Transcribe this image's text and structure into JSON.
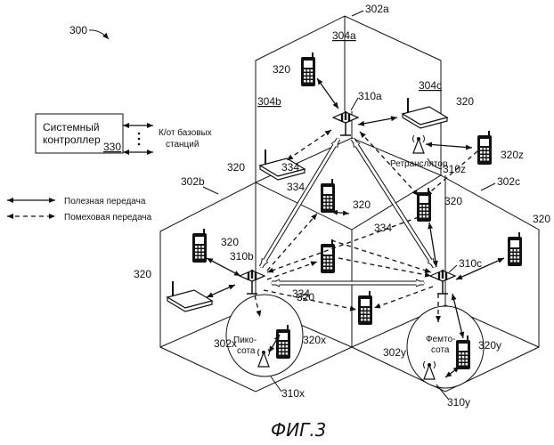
{
  "figure_id": "300",
  "caption": "ФИГ.3",
  "system_controller": {
    "line1": "Системный",
    "line2": "контроллер",
    "ref": "330"
  },
  "to_from_label": {
    "line1": "К/от базовых",
    "line2": "станций"
  },
  "legend": {
    "useful": "Полезная передача",
    "interference": "Помеховая передача"
  },
  "cells": {
    "a": "302a",
    "b": "302b",
    "c": "302c",
    "x": "302x",
    "y": "302y"
  },
  "sectors": {
    "a": "304a",
    "b": "304b",
    "c": "304c"
  },
  "base_stations": {
    "a": "310a",
    "b": "310b",
    "c": "310c",
    "x": "310x",
    "y": "310y",
    "z": "310z"
  },
  "backhaul": {
    "ab": "334",
    "ac": "334",
    "bc": "334",
    "bc2": "334"
  },
  "terminal_ref": "320",
  "terminals_named": {
    "x": "320x",
    "y": "320y",
    "z": "320z"
  },
  "pico": {
    "line1": "Пико-",
    "line2": "сота"
  },
  "femto": {
    "line1": "Фемто-",
    "line2": "сота"
  },
  "relay": "Ретранслятор"
}
